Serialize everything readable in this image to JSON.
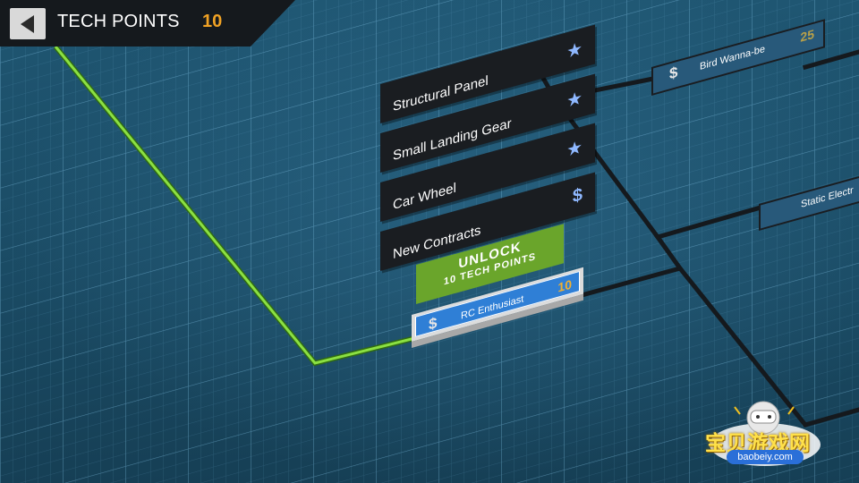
{
  "header": {
    "title": "TECH POINTS",
    "points": "10"
  },
  "menu": {
    "items": [
      {
        "label": "Structural Panel",
        "icon": "star-icon",
        "glyph": "★"
      },
      {
        "label": "Small Landing Gear",
        "icon": "star-icon",
        "glyph": "★"
      },
      {
        "label": "Car Wheel",
        "icon": "star-icon",
        "glyph": "★"
      },
      {
        "label": "New Contracts",
        "icon": "dollar-icon",
        "glyph": "$"
      }
    ],
    "unlock_label": "UNLOCK",
    "unlock_cost": "10 TECH POINTS"
  },
  "nodes": {
    "rc": {
      "name": "RC Enthusiast",
      "cost": "10",
      "glyph": "$"
    },
    "bird": {
      "name": "Bird Wanna-be",
      "cost": "25",
      "glyph": "$"
    },
    "static": {
      "name": "Static Electr"
    }
  },
  "watermark": {
    "title": "宝贝游戏网",
    "url": "baobeiy.com"
  },
  "colors": {
    "accent": "#f0a224",
    "unlock": "#6aa52b",
    "path_active": "#7fd63a",
    "star": "#8fb8ff",
    "node_selected": "#2f7fd6"
  }
}
